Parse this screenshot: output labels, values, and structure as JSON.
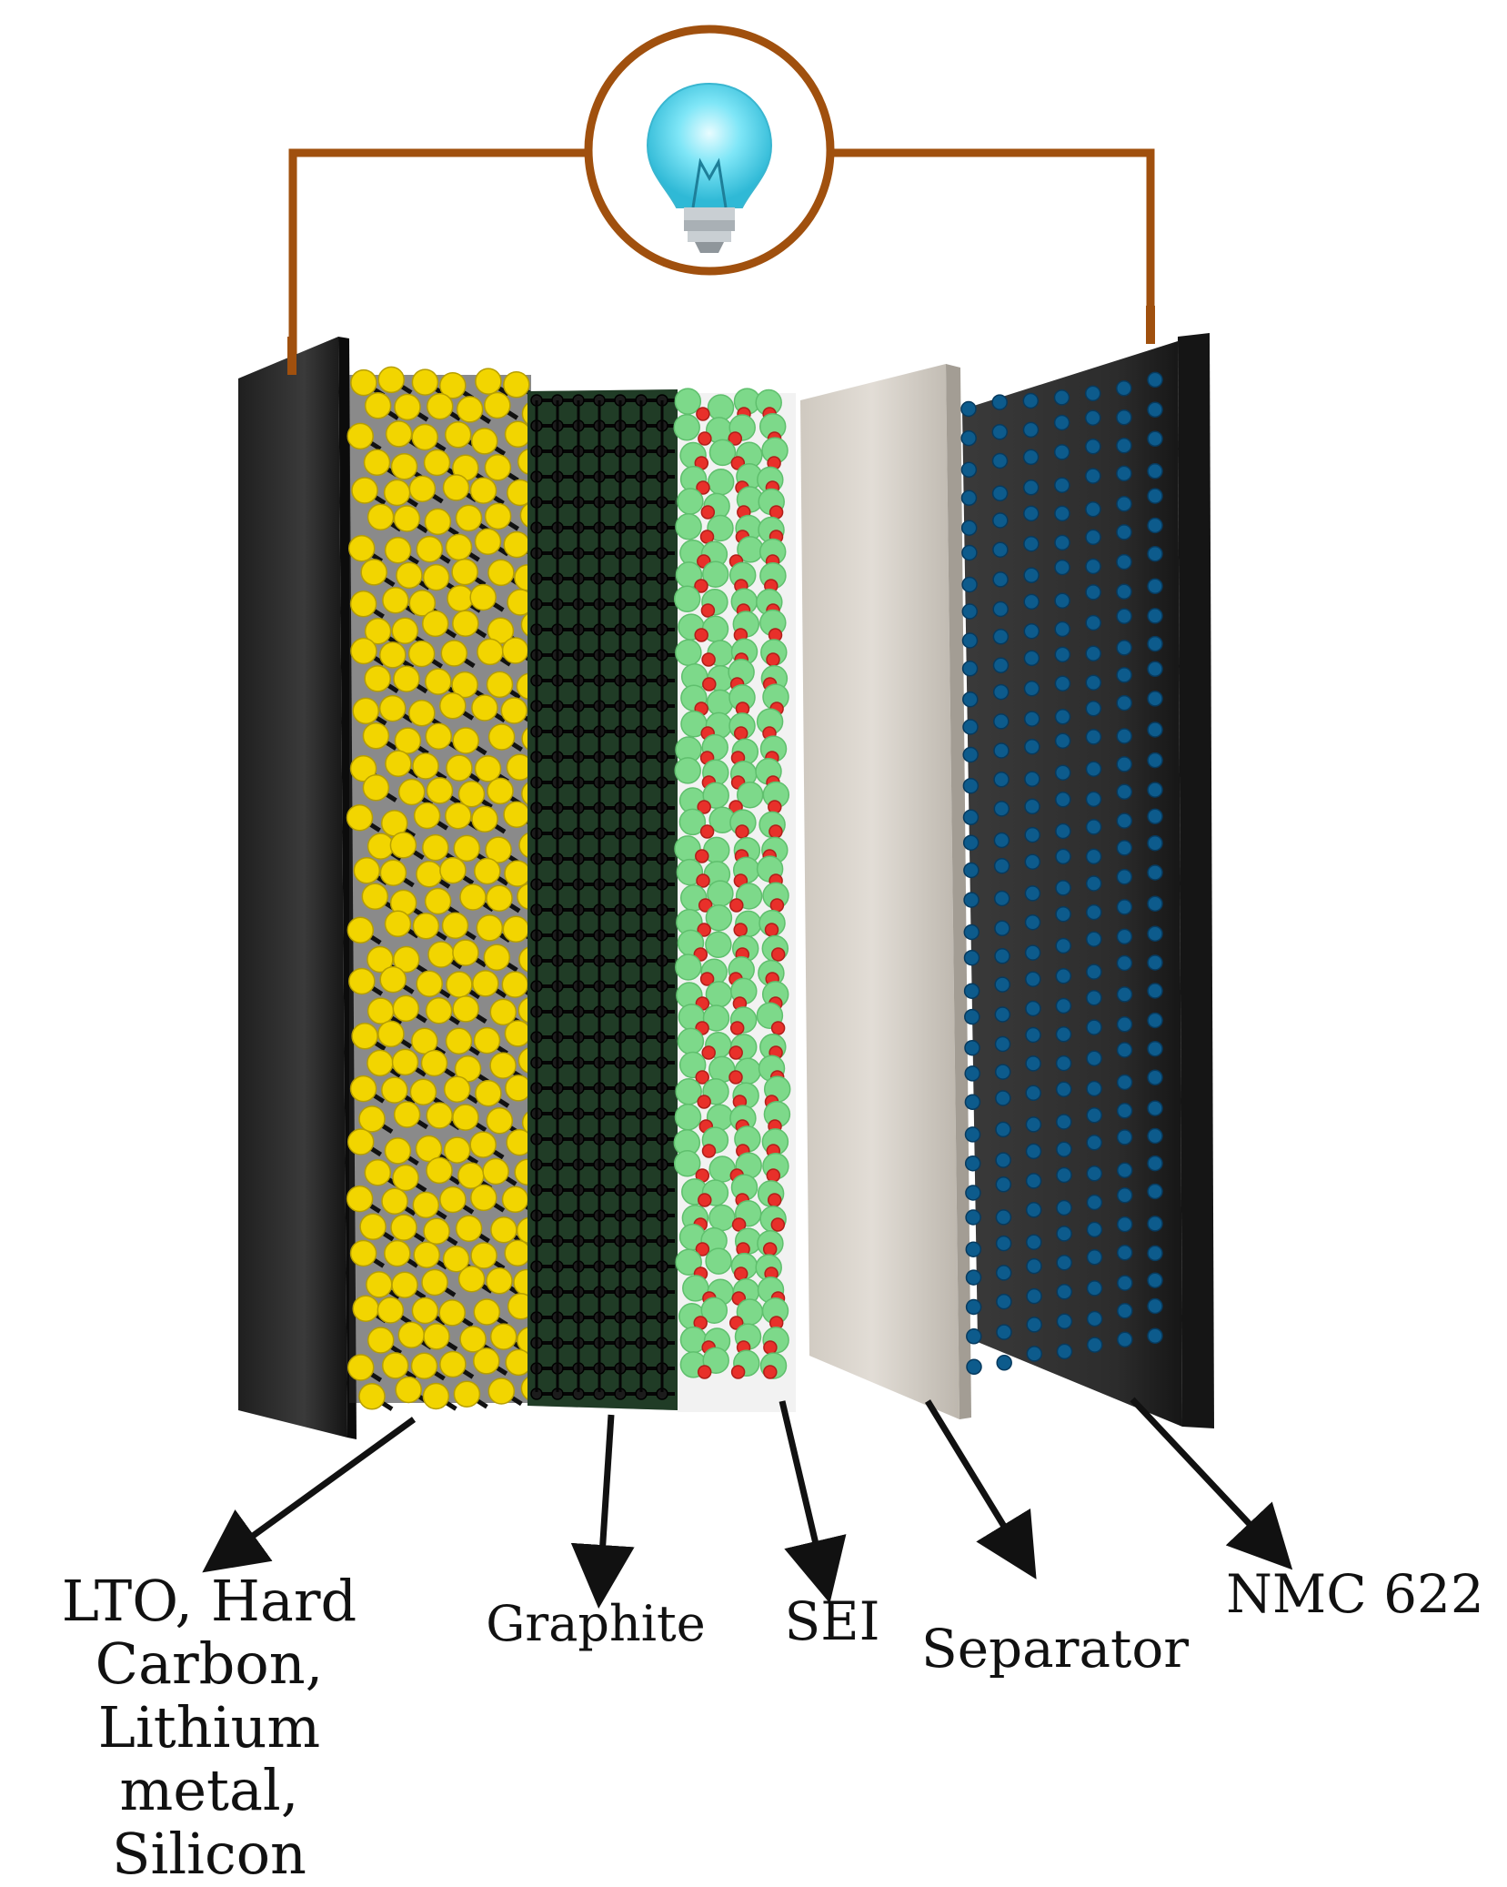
{
  "labels": {
    "lto": "LTO, Hard\nCarbon,\nLithium metal,\nSilicon",
    "graphite": "Graphite",
    "sei": "SEI",
    "separator": "Separator",
    "nmc": "NMC 622"
  },
  "colors": {
    "wire": "#a0500e",
    "current_collector": "#2b2b2b",
    "lto_atoms": "#f2d500",
    "graphite_lattice": "#1c1c1c",
    "sei_green": "#7dd98a",
    "sei_red": "#e8302a",
    "separator": "#d9d4cc",
    "nmc_atoms": "#0d5b8c",
    "bulb_glow": "#4fd9f2"
  },
  "icons": {
    "load": "light-bulb-icon"
  }
}
